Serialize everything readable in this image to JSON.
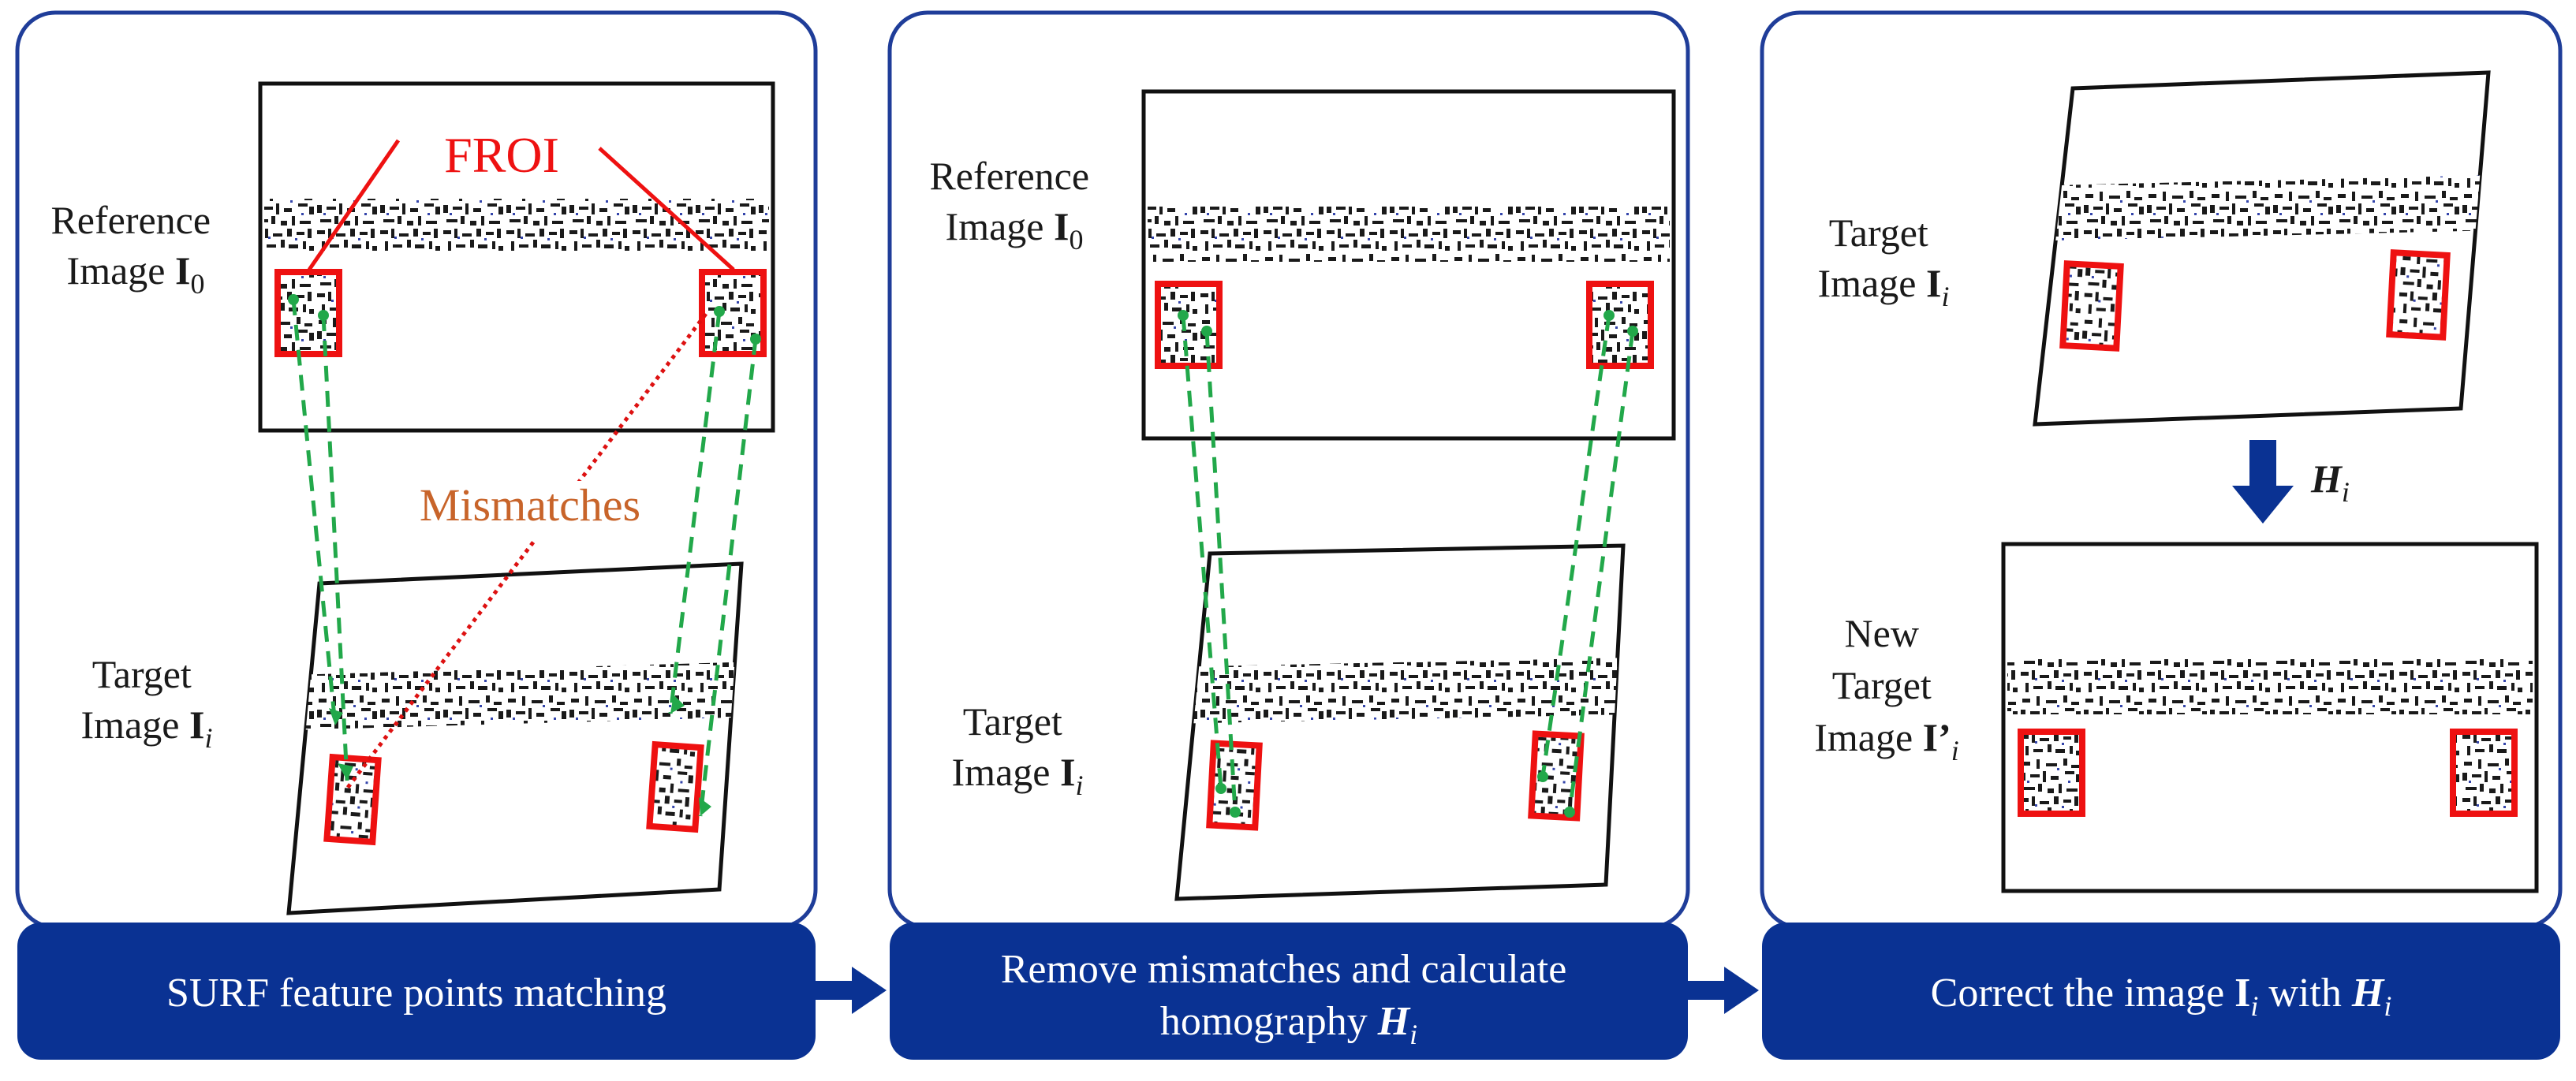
{
  "panels": [
    {
      "id": "surf",
      "reference_label": [
        "Reference",
        "Image "
      ],
      "reference_symbol": "I",
      "reference_sub": "0",
      "target_label": [
        "Target",
        "Image "
      ],
      "target_symbol": "I",
      "target_sub": "i",
      "froi_label": "FROI",
      "mismatch_label": "Mismatches",
      "footer": "SURF feature points matching"
    },
    {
      "id": "homography",
      "reference_label": [
        "Reference",
        "Image "
      ],
      "reference_symbol": "I",
      "reference_sub": "0",
      "target_label": [
        "Target",
        "Image "
      ],
      "target_symbol": "I",
      "target_sub": "i",
      "footer_line1": "Remove mismatches and calculate",
      "footer_line2": "homography ",
      "footer_symbol": "H",
      "footer_sub": "i"
    },
    {
      "id": "correct",
      "target_label": [
        "Target",
        "Image "
      ],
      "target_symbol": "I",
      "target_sub": "i",
      "arrow_symbol": "H",
      "arrow_sub": "i",
      "new_label": [
        "New",
        "Target",
        "Image "
      ],
      "new_symbol": "I’",
      "new_sub": "i",
      "footer_prefix": "Correct the image ",
      "footer_symbol1": "I",
      "footer_sub1": "i",
      "footer_mid": " with ",
      "footer_symbol2": "H",
      "footer_sub2": "i"
    }
  ],
  "colors": {
    "panel_border": "#1f3d99",
    "footer_fill": "#0a3293",
    "roi": "#ee1111",
    "match_line": "#22a84a",
    "mismatch_line": "#dd1111",
    "froi_text": "#ee1111",
    "mismatch_text": "#c8642a",
    "arrow": "#0a3293"
  }
}
